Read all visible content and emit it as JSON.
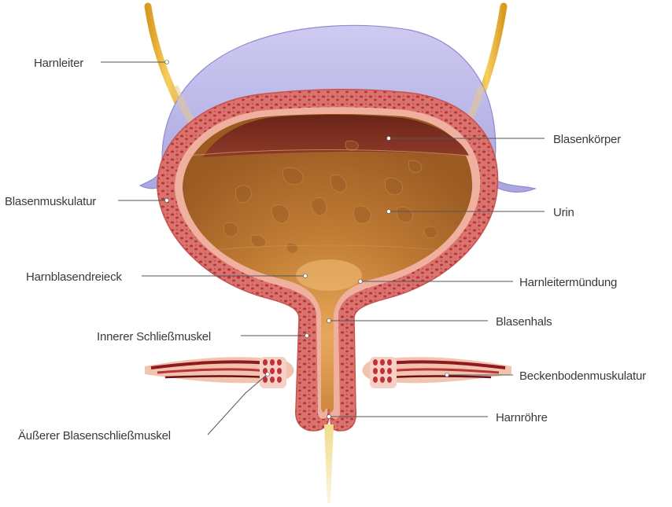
{
  "labels": {
    "harnleiter": "Harnleiter",
    "blasenkoerper": "Blasenkörper",
    "blasenmuskulatur": "Blasenmuskulatur",
    "urin": "Urin",
    "harnblasendreieck": "Harnblasendreieck",
    "harnleitermuendung": "Harnleitermündung",
    "blasenhals": "Blasenhals",
    "innerer_schliessmuskel": "Innerer Schließmuskel",
    "beckenbodenmuskulatur": "Beckenbodenmuskulatur",
    "harnroehre": "Harnröhre",
    "aeusserer_blasenschliessmuskel": "Äußerer Blasenschließmuskel"
  },
  "colors": {
    "peritoneum": "#b9b6e6",
    "ureter": "#e8b83a",
    "muscle_wall": "#d9736d",
    "muscle_dots": "#b8333a",
    "bladder_lining": "#f0b8a8",
    "urine": "#b8762e",
    "urine_dark": "#7a3a20",
    "urine_stream": "#f5e6a8"
  }
}
